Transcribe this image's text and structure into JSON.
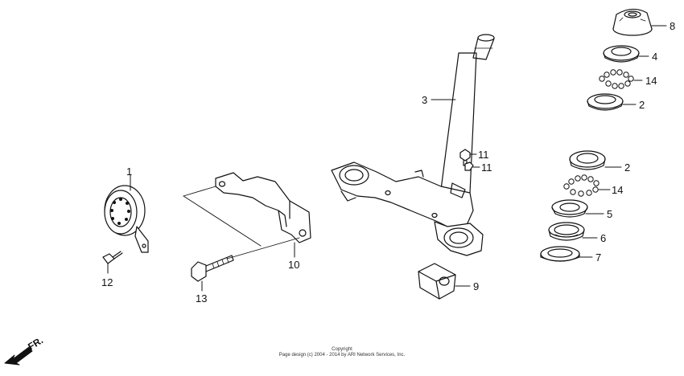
{
  "callouts": {
    "c1": "1",
    "c2a": "2",
    "c2b": "2",
    "c3": "3",
    "c4": "4",
    "c5": "5",
    "c6": "6",
    "c7": "7",
    "c8": "8",
    "c9": "9",
    "c10": "10",
    "c11a": "11",
    "c11b": "11",
    "c12": "12",
    "c13": "13",
    "c14a": "14",
    "c14b": "14"
  },
  "front_indicator": {
    "label": "FR.",
    "icon": "front-arrow-icon"
  },
  "footer": {
    "line1": "Copyright",
    "line2": "Page design (c) 2004 - 2014 by ARI Network Services, Inc."
  },
  "colors": {
    "ink": "#111111",
    "background": "#ffffff"
  }
}
